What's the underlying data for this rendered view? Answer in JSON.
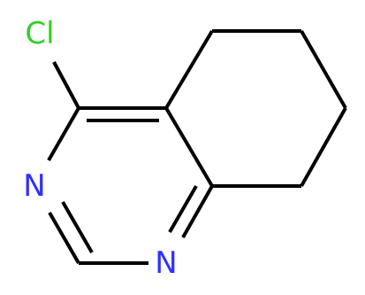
{
  "molecule": {
    "atoms": {
      "chlorine": {
        "label": "Cl",
        "color": "#2fd124"
      },
      "nitrogen_upper": {
        "label": "N",
        "color": "#2d31ff"
      },
      "nitrogen_lower": {
        "label": "N",
        "color": "#2d31ff"
      }
    },
    "bond_color": "#000000"
  }
}
